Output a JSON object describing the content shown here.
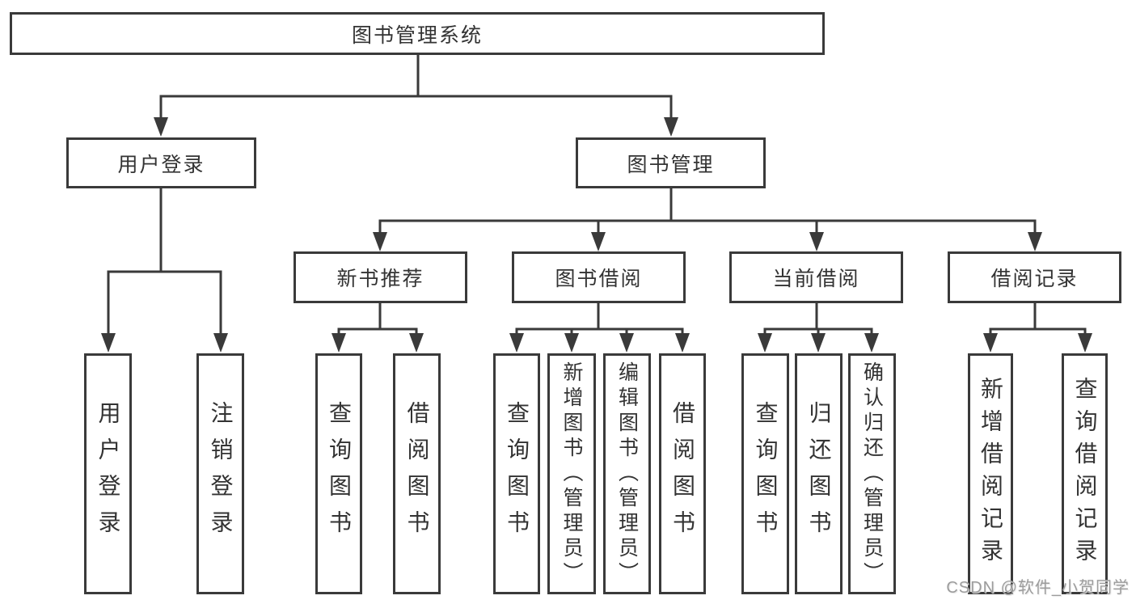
{
  "diagram": {
    "type": "hierarchy",
    "title": "图书管理系统",
    "nodes": {
      "root": {
        "label": "图书管理系统"
      },
      "user_login": {
        "label": "用户登录",
        "children": [
          "用户登录",
          "注销登录"
        ]
      },
      "book_management": {
        "label": "图书管理"
      },
      "new_book_recommend": {
        "label": "新书推荐",
        "children": [
          "查询图书",
          "借阅图书"
        ]
      },
      "book_borrow": {
        "label": "图书借阅",
        "children": [
          "查询图书",
          "新增图书（管理员）",
          "编辑图书（管理员）",
          "借阅图书"
        ]
      },
      "current_borrow": {
        "label": "当前借阅",
        "children": [
          "查询图书",
          "归还图书",
          "确认归还（管理员）"
        ]
      },
      "borrow_records": {
        "label": "借阅记录",
        "children": [
          "新增借阅记录",
          "查询借阅记录"
        ]
      }
    },
    "colors": {
      "line": "#3a3a3a",
      "box_border": "#3a3a3a",
      "text": "#333333",
      "background": "#ffffff",
      "watermark": "#9c9c9c"
    }
  },
  "watermark": "CSDN @软件_小贺同学"
}
